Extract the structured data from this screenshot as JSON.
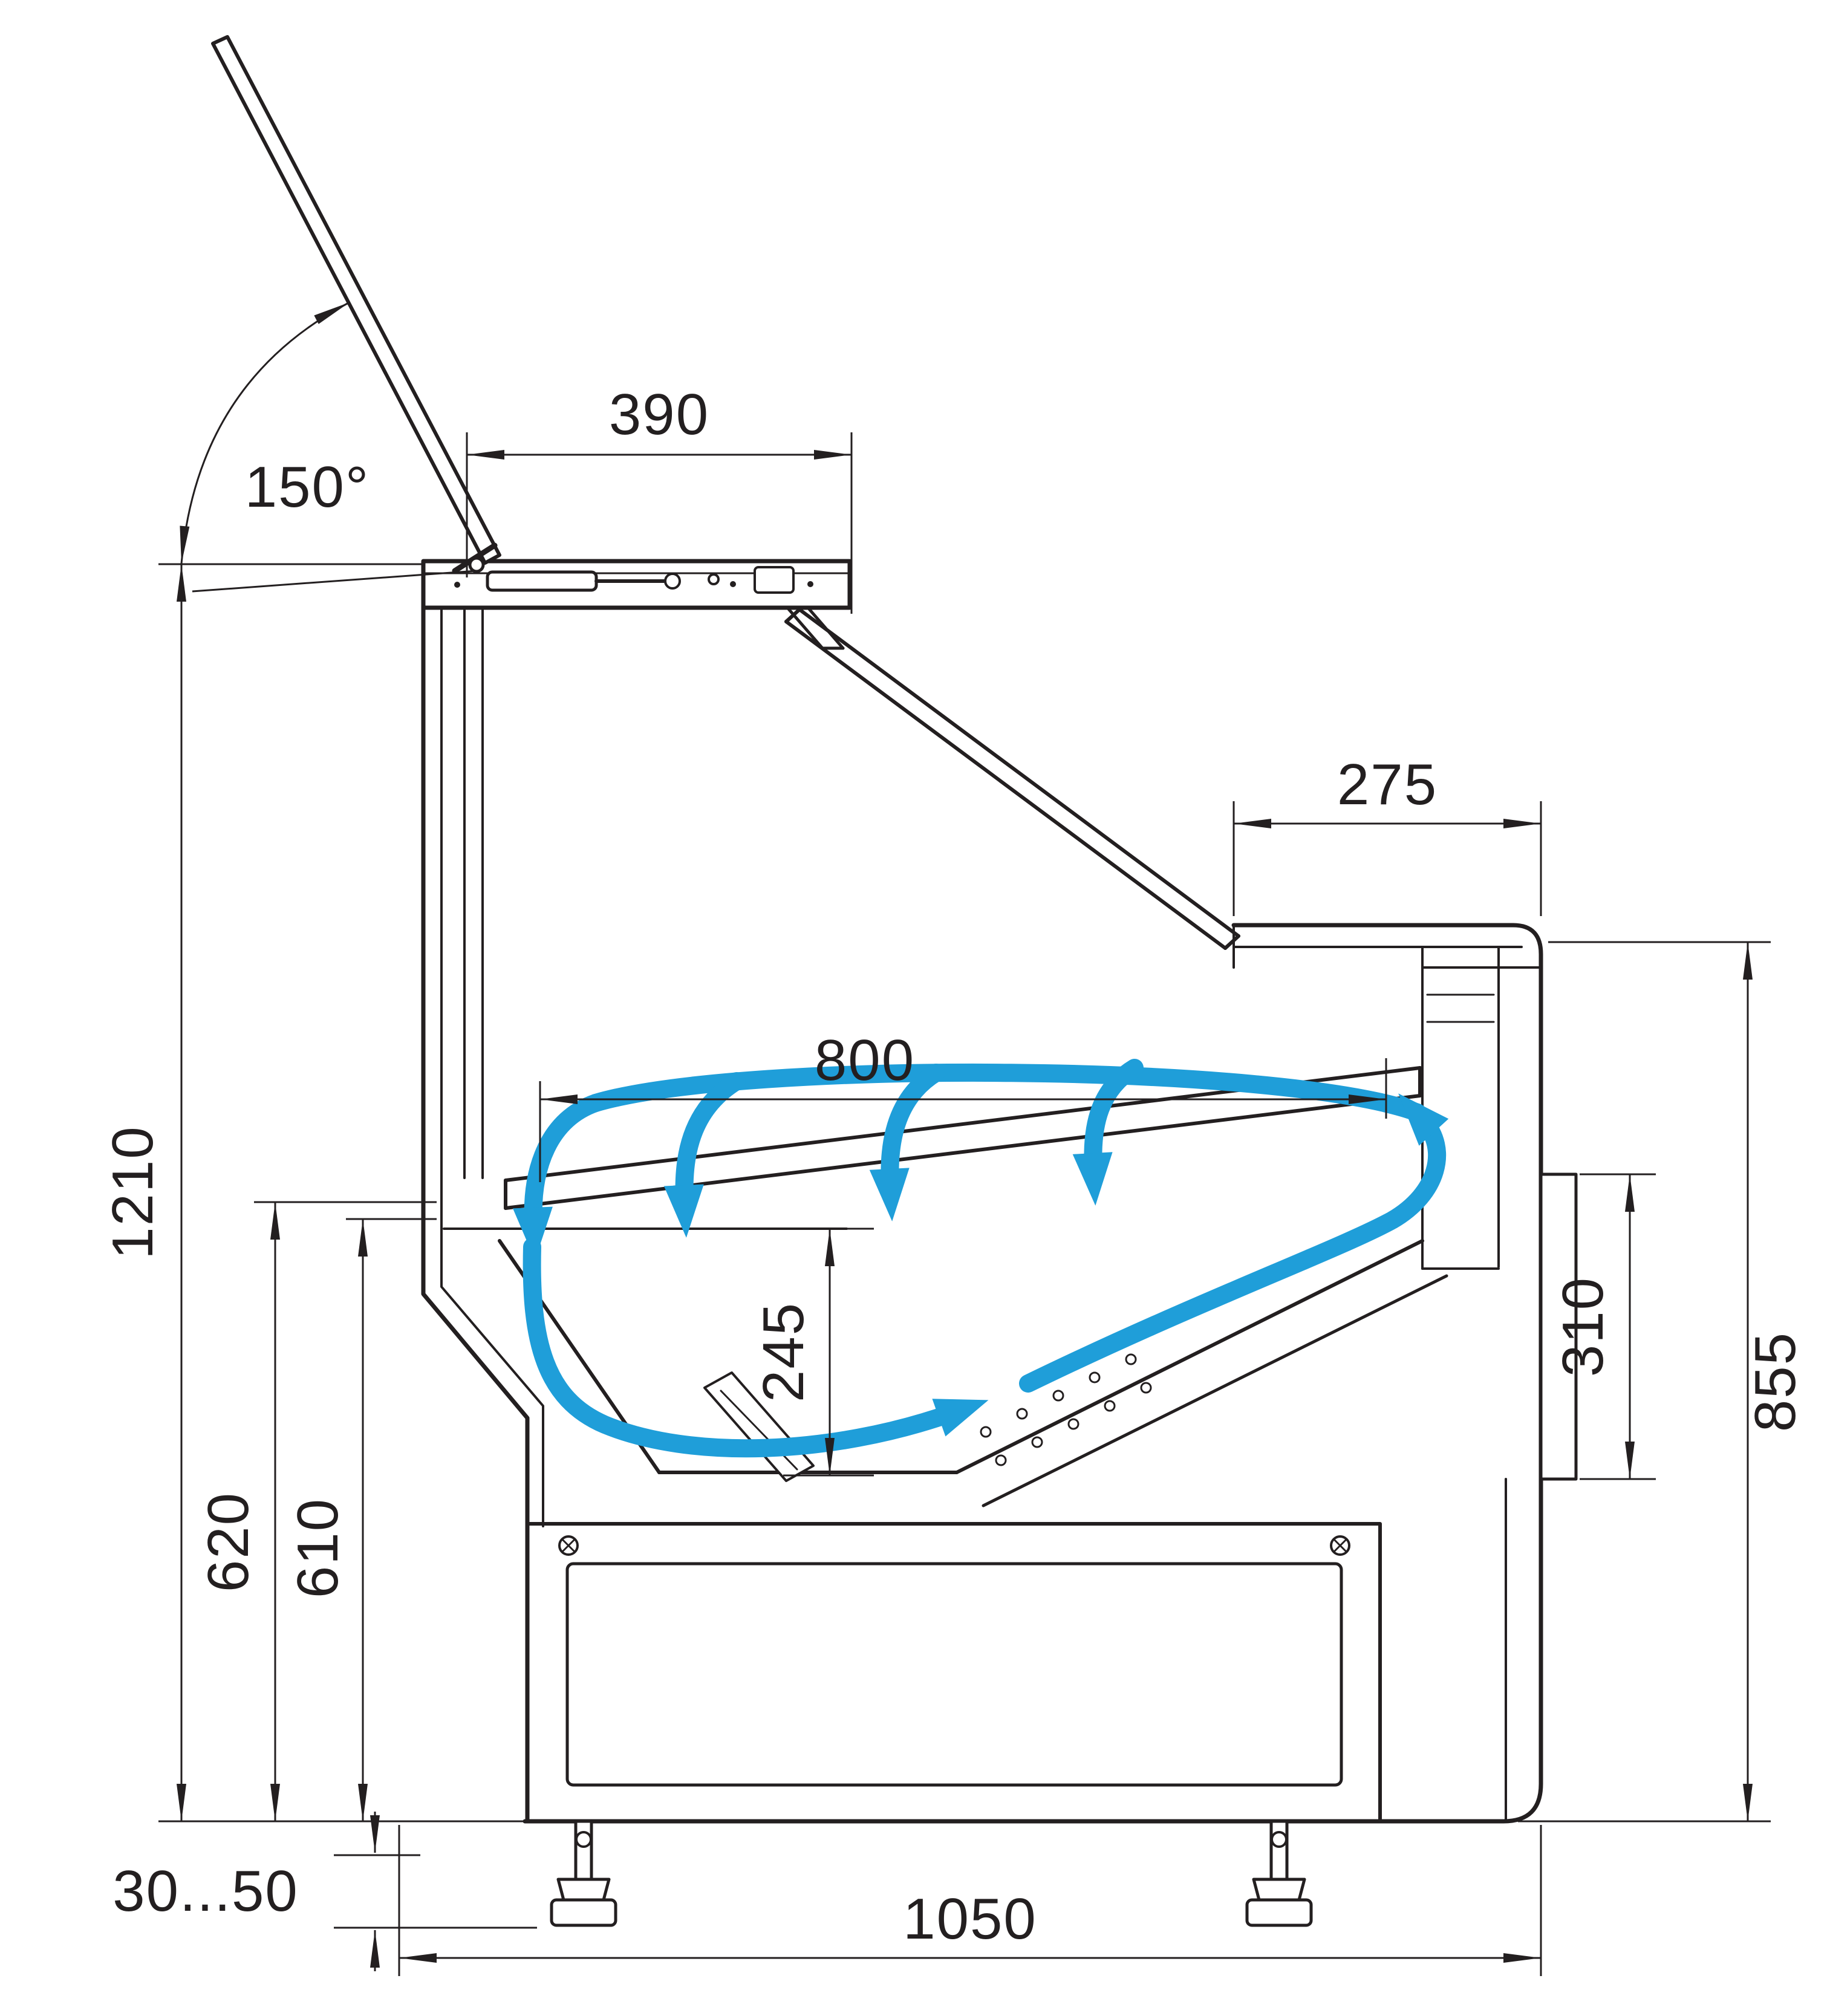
{
  "drawing": {
    "type": "technical-side-section",
    "subject": "refrigerated serve-over display counter with opened front glass",
    "units": "mm",
    "colors": {
      "line": "#231f20",
      "airflow": "#1f9ed9",
      "background": "#ffffff"
    },
    "dimensions": {
      "lid_opening_angle": "150°",
      "lid_depth": "390",
      "counter_shelf_depth": "275",
      "display_opening_width": "800",
      "overall_height": "1210",
      "left_height_outer": "620",
      "left_height_inner": "610",
      "well_depth": "245",
      "side_panel_height": "310",
      "body_height": "855",
      "leg_adjust_range": "30...50",
      "base_depth": "1050"
    }
  }
}
